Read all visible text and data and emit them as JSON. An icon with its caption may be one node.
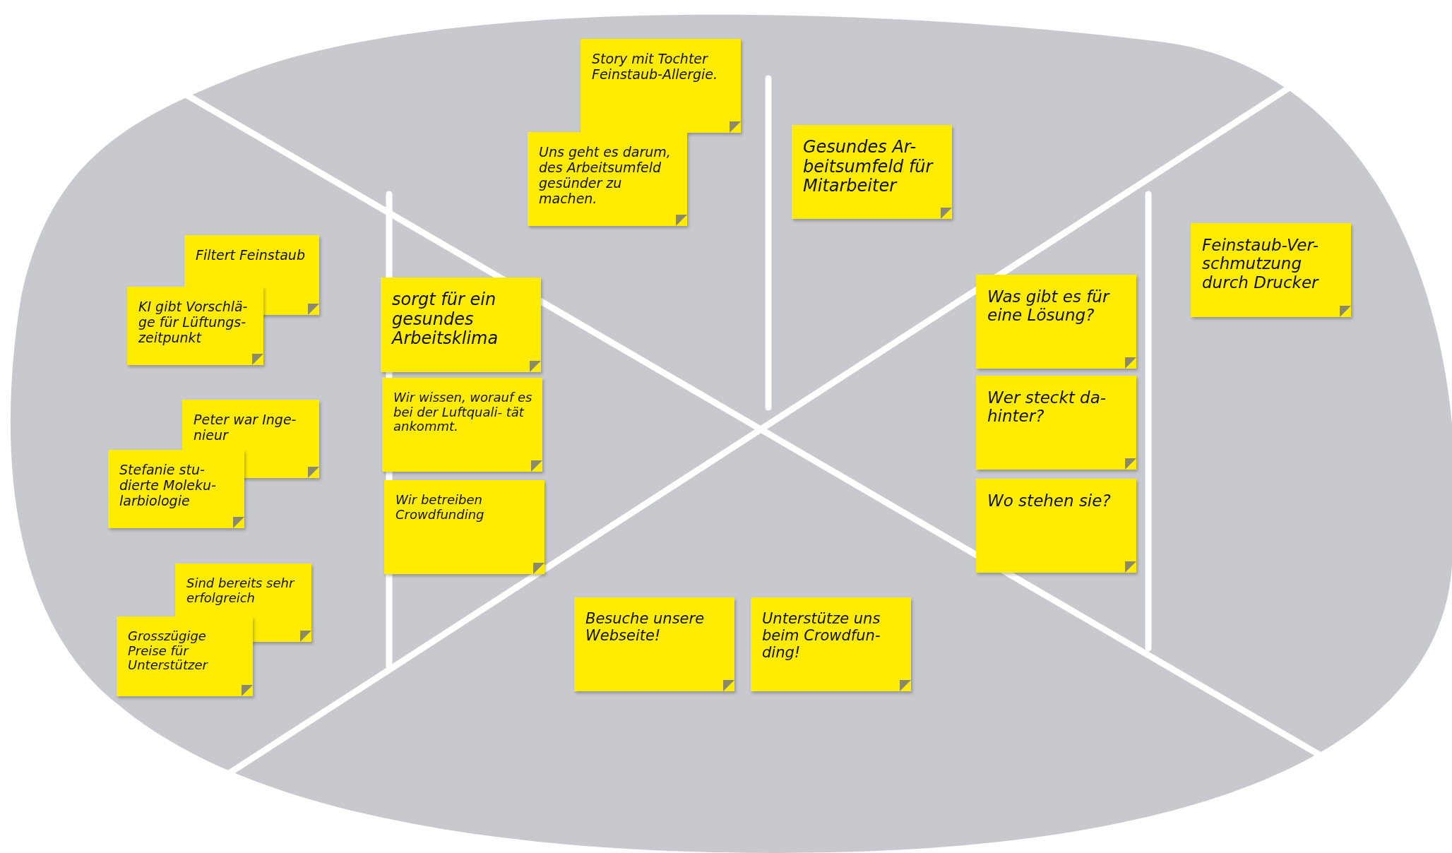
{
  "diagram": {
    "nodes": [
      {
        "text": [
          "Story mit Tochter Feinstaub-Allergie."
        ]
      },
      {
        "text": [
          "Uns geht es darum, des Arbeitsumfeld gesünder zu machen."
        ]
      },
      {
        "text": [
          "Gesundes Ar- beitsumfeld für Mitarbeiter"
        ]
      },
      {
        "text": [
          "Filtert Feinstaub"
        ]
      },
      {
        "text": [
          "KI gibt Vorschlä- ge für Lüftungs- zeitpunkt"
        ]
      },
      {
        "text": [
          "sorgt für ein gesundes Arbeitsklima"
        ]
      },
      {
        "text": [
          "Wir wissen, worauf es bei der Luftquali- tät ankommt."
        ]
      },
      {
        "text": [
          "Peter war Inge- nieur"
        ]
      },
      {
        "text": [
          "Stefanie stu- dierte Moleku- larbiologie"
        ]
      },
      {
        "text": [
          "Wir betreiben Crowdfunding"
        ]
      },
      {
        "text": [
          "Sind bereits sehr erfolgreich"
        ]
      },
      {
        "text": [
          "Grosszügige Preise für Unterstützer"
        ]
      },
      {
        "text": [
          "Besuche unsere Webseite!"
        ]
      },
      {
        "text": [
          "Unterstütze uns beim Crowdfun- ding!"
        ]
      },
      {
        "text": [
          "Was gibt es für eine Lösung?"
        ]
      },
      {
        "text": [
          "Wer steckt da- hinter?"
        ]
      },
      {
        "text": [
          "Wo stehen sie?"
        ]
      },
      {
        "text": [
          "Feinstaub-Ver- schmutzung durch Drucker"
        ]
      }
    ]
  }
}
